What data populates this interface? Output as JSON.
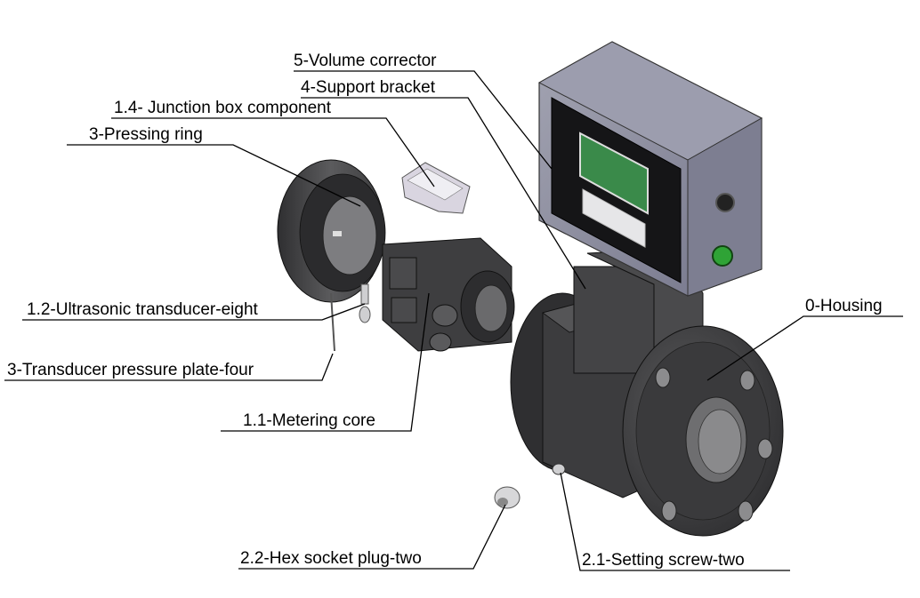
{
  "labels": {
    "volume_corrector": "5-Volume corrector",
    "support_bracket": "4-Support bracket",
    "junction_box": "1.4- Junction box component",
    "pressing_ring": "3-Pressing ring",
    "ultrasonic_transducer": "1.2-Ultrasonic transducer-eight",
    "pressure_plate": "3-Transducer pressure plate-four",
    "metering_core": "1.1-Metering core",
    "housing": "0-Housing",
    "hex_plug": "2.2-Hex socket plug-two",
    "setting_screw": "2.1-Setting screw-two"
  },
  "colors": {
    "body_dark": "#3c3c3e",
    "body_mid": "#555557",
    "body_light": "#6e6e70",
    "corrector_shell": "#8d8e9c",
    "screen_green": "#3a8a4a",
    "button_green": "#2fa336",
    "line": "#000000"
  }
}
